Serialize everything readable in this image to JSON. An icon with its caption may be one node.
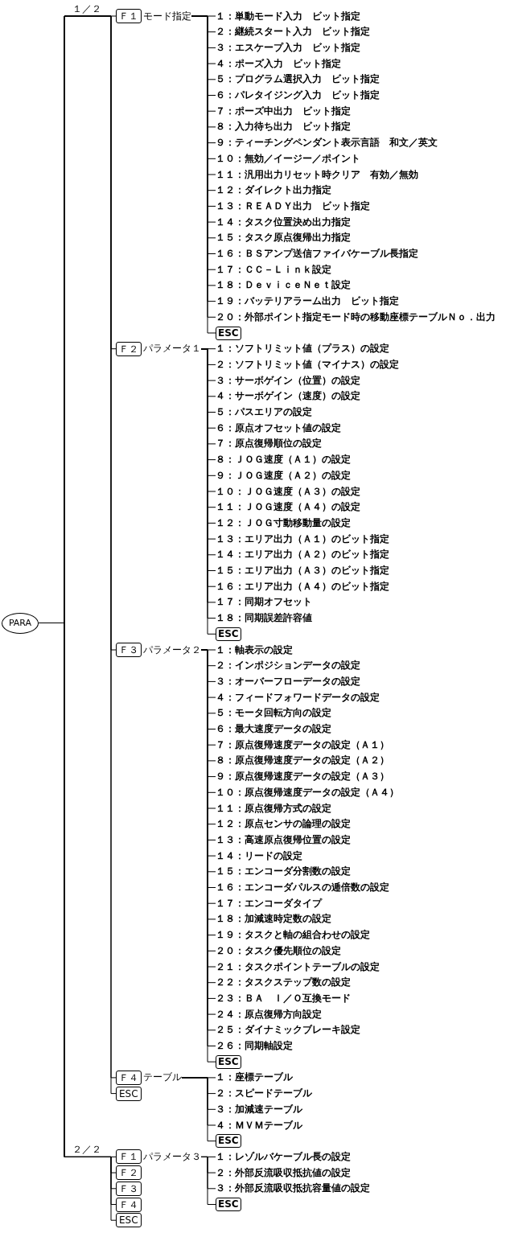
{
  "diagram": {
    "nodes": [
      {
        "text": [
          "PARA"
        ]
      },
      {
        "text": [
          "Ｆ１",
          "モード指定"
        ]
      },
      {
        "text": [
          "１：単動モード入力　ビット指定"
        ]
      },
      {
        "text": [
          "２：継続スタート入力　ビット指定"
        ]
      },
      {
        "text": [
          "３：エスケープ入力　ビット指定"
        ]
      },
      {
        "text": [
          "４：ポーズ入力　ビット指定"
        ]
      },
      {
        "text": [
          "５：プログラム選択入力　ビット指定"
        ]
      },
      {
        "text": [
          "６：パレタイジング入力　ビット指定"
        ]
      },
      {
        "text": [
          "７：ポーズ中出力　ビット指定"
        ]
      },
      {
        "text": [
          "８：入力待ち出力　ビット指定"
        ]
      },
      {
        "text": [
          "９：ティーチングペンダント表示言語　和文／英文"
        ]
      },
      {
        "text": [
          "１０：無効／イージー／ポイント"
        ]
      },
      {
        "text": [
          "１１：汎用出力リセット時クリア　有効／無効"
        ]
      },
      {
        "text": [
          "１２：ダイレクト出力指定"
        ]
      },
      {
        "text": [
          "１３：ＲＥＡＤＹ出力　ビット指定"
        ]
      },
      {
        "text": [
          "１４：タスク位置決め出力指定"
        ]
      },
      {
        "text": [
          "１５：タスク原点復帰出力指定"
        ]
      },
      {
        "text": [
          "１６：ＢＳアンプ送信ファイバケーブル長指定"
        ]
      },
      {
        "text": [
          "１７：ＣＣ－Ｌｉｎｋ設定"
        ]
      },
      {
        "text": [
          "１８：ＤｅｖｉｃｅＮｅｔ設定"
        ]
      },
      {
        "text": [
          "１９：バッテリアラーム出力　ビット指定"
        ]
      },
      {
        "text": [
          "２０：外部ポイント指定モード時の移動座標テーブルＮｏ．出力"
        ]
      },
      {
        "text": [
          "ESC"
        ]
      },
      {
        "text": [
          "Ｆ２",
          "パラメータ１"
        ]
      },
      {
        "text": [
          "１：ソフトリミット値（プラス）の設定"
        ]
      },
      {
        "text": [
          "２：ソフトリミット値（マイナス）の設定"
        ]
      },
      {
        "text": [
          "３：サーボゲイン（位置）の設定"
        ]
      },
      {
        "text": [
          "４：サーボゲイン（速度）の設定"
        ]
      },
      {
        "text": [
          "５：パスエリアの設定"
        ]
      },
      {
        "text": [
          "６：原点オフセット値の設定"
        ]
      },
      {
        "text": [
          "７：原点復帰順位の設定"
        ]
      },
      {
        "text": [
          "８：ＪＯＧ速度（Ａ１）の設定"
        ]
      },
      {
        "text": [
          "９：ＪＯＧ速度（Ａ２）の設定"
        ]
      },
      {
        "text": [
          "１０：ＪＯＧ速度（Ａ３）の設定"
        ]
      },
      {
        "text": [
          "１１：ＪＯＧ速度（Ａ４）の設定"
        ]
      },
      {
        "text": [
          "１２：ＪＯＧ寸動移動量の設定"
        ]
      },
      {
        "text": [
          "１３：エリア出力（Ａ１）のビット指定"
        ]
      },
      {
        "text": [
          "１４：エリア出力（Ａ２）のビット指定"
        ]
      },
      {
        "text": [
          "１５：エリア出力（Ａ３）のビット指定"
        ]
      },
      {
        "text": [
          "１６：エリア出力（Ａ４）のビット指定"
        ]
      },
      {
        "text": [
          "１７：同期オフセット"
        ]
      },
      {
        "text": [
          "１８：同期誤差許容値"
        ]
      },
      {
        "text": [
          "ESC"
        ]
      },
      {
        "text": [
          "Ｆ３",
          "パラメータ２"
        ]
      },
      {
        "text": [
          "１：軸表示の設定"
        ]
      },
      {
        "text": [
          "２：インポジションデータの設定"
        ]
      },
      {
        "text": [
          "３：オーバーフローデータの設定"
        ]
      },
      {
        "text": [
          "４：フィードフォワードデータの設定"
        ]
      },
      {
        "text": [
          "５：モータ回転方向の設定"
        ]
      },
      {
        "text": [
          "６：最大速度データの設定"
        ]
      },
      {
        "text": [
          "７：原点復帰速度データの設定（Ａ１）"
        ]
      },
      {
        "text": [
          "８：原点復帰速度データの設定（Ａ２）"
        ]
      },
      {
        "text": [
          "９：原点復帰速度データの設定（Ａ３）"
        ]
      },
      {
        "text": [
          "１０：原点復帰速度データの設定（Ａ４）"
        ]
      },
      {
        "text": [
          "１１：原点復帰方式の設定"
        ]
      },
      {
        "text": [
          "１２：原点センサの論理の設定"
        ]
      },
      {
        "text": [
          "１３：高速原点復帰位置の設定"
        ]
      },
      {
        "text": [
          "１４：リードの設定"
        ]
      },
      {
        "text": [
          "１５：エンコーダ分割数の設定"
        ]
      },
      {
        "text": [
          "１６：エンコーダパルスの逓倍数の設定"
        ]
      },
      {
        "text": [
          "１７：エンコーダタイプ"
        ]
      },
      {
        "text": [
          "１８：加減速時定数の設定"
        ]
      },
      {
        "text": [
          "１９：タスクと軸の組合わせの設定"
        ]
      },
      {
        "text": [
          "２０：タスク優先順位の設定"
        ]
      },
      {
        "text": [
          "２１：タスクポイントテーブルの設定"
        ]
      },
      {
        "text": [
          "２２：タスクステップ数の設定"
        ]
      },
      {
        "text": [
          "２３：ＢＡ　Ｉ／Ｏ互換モード"
        ]
      },
      {
        "text": [
          "２４：原点復帰方向設定"
        ]
      },
      {
        "text": [
          "２５：ダイナミックブレーキ設定"
        ]
      },
      {
        "text": [
          "２６：同期軸設定"
        ]
      },
      {
        "text": [
          "ESC"
        ]
      },
      {
        "text": [
          "Ｆ４",
          "テーブル"
        ]
      },
      {
        "text": [
          "１：座標テーブル"
        ]
      },
      {
        "text": [
          "２：スピードテーブル"
        ]
      },
      {
        "text": [
          "３：加減速テーブル"
        ]
      },
      {
        "text": [
          "４：ＭＶＭテーブル"
        ]
      },
      {
        "text": [
          "ESC"
        ]
      },
      {
        "text": [
          "ESC"
        ]
      },
      {
        "text": [
          "Ｆ１",
          "パラメータ３"
        ]
      },
      {
        "text": [
          "１：レゾルバケーブル長の設定"
        ]
      },
      {
        "text": [
          "２：外部反流吸収抵抗値の設定"
        ]
      },
      {
        "text": [
          "３：外部反流吸収抵抗容量値の設定"
        ]
      },
      {
        "text": [
          "ESC"
        ]
      },
      {
        "text": [
          "Ｆ２"
        ]
      },
      {
        "text": [
          "Ｆ３"
        ]
      },
      {
        "text": [
          "Ｆ４"
        ]
      },
      {
        "text": [
          "ESC"
        ]
      }
    ],
    "edges": [
      {
        "from": 0,
        "to": 1,
        "arrow": "none",
        "label": "１／２"
      },
      {
        "from": 0,
        "to": 23,
        "arrow": "none"
      },
      {
        "from": 0,
        "to": 43,
        "arrow": "none"
      },
      {
        "from": 0,
        "to": 71,
        "arrow": "none"
      },
      {
        "from": 0,
        "to": 77,
        "arrow": "none"
      },
      {
        "from": 0,
        "to": 78,
        "arrow": "none",
        "label": "２／２"
      },
      {
        "from": 0,
        "to": 83,
        "arrow": "none"
      },
      {
        "from": 0,
        "to": 84,
        "arrow": "none"
      },
      {
        "from": 0,
        "to": 85,
        "arrow": "none"
      },
      {
        "from": 0,
        "to": 86,
        "arrow": "none"
      },
      {
        "from": 1,
        "to": 2,
        "arrow": "none"
      },
      {
        "from": 1,
        "to": 3,
        "arrow": "none"
      },
      {
        "from": 1,
        "to": 4,
        "arrow": "none"
      },
      {
        "from": 1,
        "to": 5,
        "arrow": "none"
      },
      {
        "from": 1,
        "to": 6,
        "arrow": "none"
      },
      {
        "from": 1,
        "to": 7,
        "arrow": "none"
      },
      {
        "from": 1,
        "to": 8,
        "arrow": "none"
      },
      {
        "from": 1,
        "to": 9,
        "arrow": "none"
      },
      {
        "from": 1,
        "to": 10,
        "arrow": "none"
      },
      {
        "from": 1,
        "to": 11,
        "arrow": "none"
      },
      {
        "from": 1,
        "to": 12,
        "arrow": "none"
      },
      {
        "from": 1,
        "to": 13,
        "arrow": "none"
      },
      {
        "from": 1,
        "to": 14,
        "arrow": "none"
      },
      {
        "from": 1,
        "to": 15,
        "arrow": "none"
      },
      {
        "from": 1,
        "to": 16,
        "arrow": "none"
      },
      {
        "from": 1,
        "to": 17,
        "arrow": "none"
      },
      {
        "from": 1,
        "to": 18,
        "arrow": "none"
      },
      {
        "from": 1,
        "to": 19,
        "arrow": "none"
      },
      {
        "from": 1,
        "to": 20,
        "arrow": "none"
      },
      {
        "from": 1,
        "to": 21,
        "arrow": "none"
      },
      {
        "from": 1,
        "to": 22,
        "arrow": "none"
      },
      {
        "from": 23,
        "to": 24,
        "arrow": "none"
      },
      {
        "from": 23,
        "to": 25,
        "arrow": "none"
      },
      {
        "from": 23,
        "to": 26,
        "arrow": "none"
      },
      {
        "from": 23,
        "to": 27,
        "arrow": "none"
      },
      {
        "from": 23,
        "to": 28,
        "arrow": "none"
      },
      {
        "from": 23,
        "to": 29,
        "arrow": "none"
      },
      {
        "from": 23,
        "to": 30,
        "arrow": "none"
      },
      {
        "from": 23,
        "to": 31,
        "arrow": "none"
      },
      {
        "from": 23,
        "to": 32,
        "arrow": "none"
      },
      {
        "from": 23,
        "to": 33,
        "arrow": "none"
      },
      {
        "from": 23,
        "to": 34,
        "arrow": "none"
      },
      {
        "from": 23,
        "to": 35,
        "arrow": "none"
      },
      {
        "from": 23,
        "to": 36,
        "arrow": "none"
      },
      {
        "from": 23,
        "to": 37,
        "arrow": "none"
      },
      {
        "from": 23,
        "to": 38,
        "arrow": "none"
      },
      {
        "from": 23,
        "to": 39,
        "arrow": "none"
      },
      {
        "from": 23,
        "to": 40,
        "arrow": "none"
      },
      {
        "from": 23,
        "to": 41,
        "arrow": "none"
      },
      {
        "from": 23,
        "to": 42,
        "arrow": "none"
      },
      {
        "from": 43,
        "to": 44,
        "arrow": "none"
      },
      {
        "from": 43,
        "to": 45,
        "arrow": "none"
      },
      {
        "from": 43,
        "to": 46,
        "arrow": "none"
      },
      {
        "from": 43,
        "to": 47,
        "arrow": "none"
      },
      {
        "from": 43,
        "to": 48,
        "arrow": "none"
      },
      {
        "from": 43,
        "to": 49,
        "arrow": "none"
      },
      {
        "from": 43,
        "to": 50,
        "arrow": "none"
      },
      {
        "from": 43,
        "to": 51,
        "arrow": "none"
      },
      {
        "from": 43,
        "to": 52,
        "arrow": "none"
      },
      {
        "from": 43,
        "to": 53,
        "arrow": "none"
      },
      {
        "from": 43,
        "to": 54,
        "arrow": "none"
      },
      {
        "from": 43,
        "to": 55,
        "arrow": "none"
      },
      {
        "from": 43,
        "to": 56,
        "arrow": "none"
      },
      {
        "from": 43,
        "to": 57,
        "arrow": "none"
      },
      {
        "from": 43,
        "to": 58,
        "arrow": "none"
      },
      {
        "from": 43,
        "to": 59,
        "arrow": "none"
      },
      {
        "from": 43,
        "to": 60,
        "arrow": "none"
      },
      {
        "from": 43,
        "to": 61,
        "arrow": "none"
      },
      {
        "from": 43,
        "to": 62,
        "arrow": "none"
      },
      {
        "from": 43,
        "to": 63,
        "arrow": "none"
      },
      {
        "from": 43,
        "to": 64,
        "arrow": "none"
      },
      {
        "from": 43,
        "to": 65,
        "arrow": "none"
      },
      {
        "from": 43,
        "to": 66,
        "arrow": "none"
      },
      {
        "from": 43,
        "to": 67,
        "arrow": "none"
      },
      {
        "from": 43,
        "to": 68,
        "arrow": "none"
      },
      {
        "from": 43,
        "to": 69,
        "arrow": "none"
      },
      {
        "from": 43,
        "to": 70,
        "arrow": "none"
      },
      {
        "from": 71,
        "to": 72,
        "arrow": "none"
      },
      {
        "from": 71,
        "to": 73,
        "arrow": "none"
      },
      {
        "from": 71,
        "to": 74,
        "arrow": "none"
      },
      {
        "from": 71,
        "to": 75,
        "arrow": "none"
      },
      {
        "from": 71,
        "to": 76,
        "arrow": "none"
      },
      {
        "from": 78,
        "to": 79,
        "arrow": "none"
      },
      {
        "from": 78,
        "to": 80,
        "arrow": "none"
      },
      {
        "from": 78,
        "to": 81,
        "arrow": "none"
      },
      {
        "from": 78,
        "to": 82,
        "arrow": "none"
      }
    ]
  }
}
